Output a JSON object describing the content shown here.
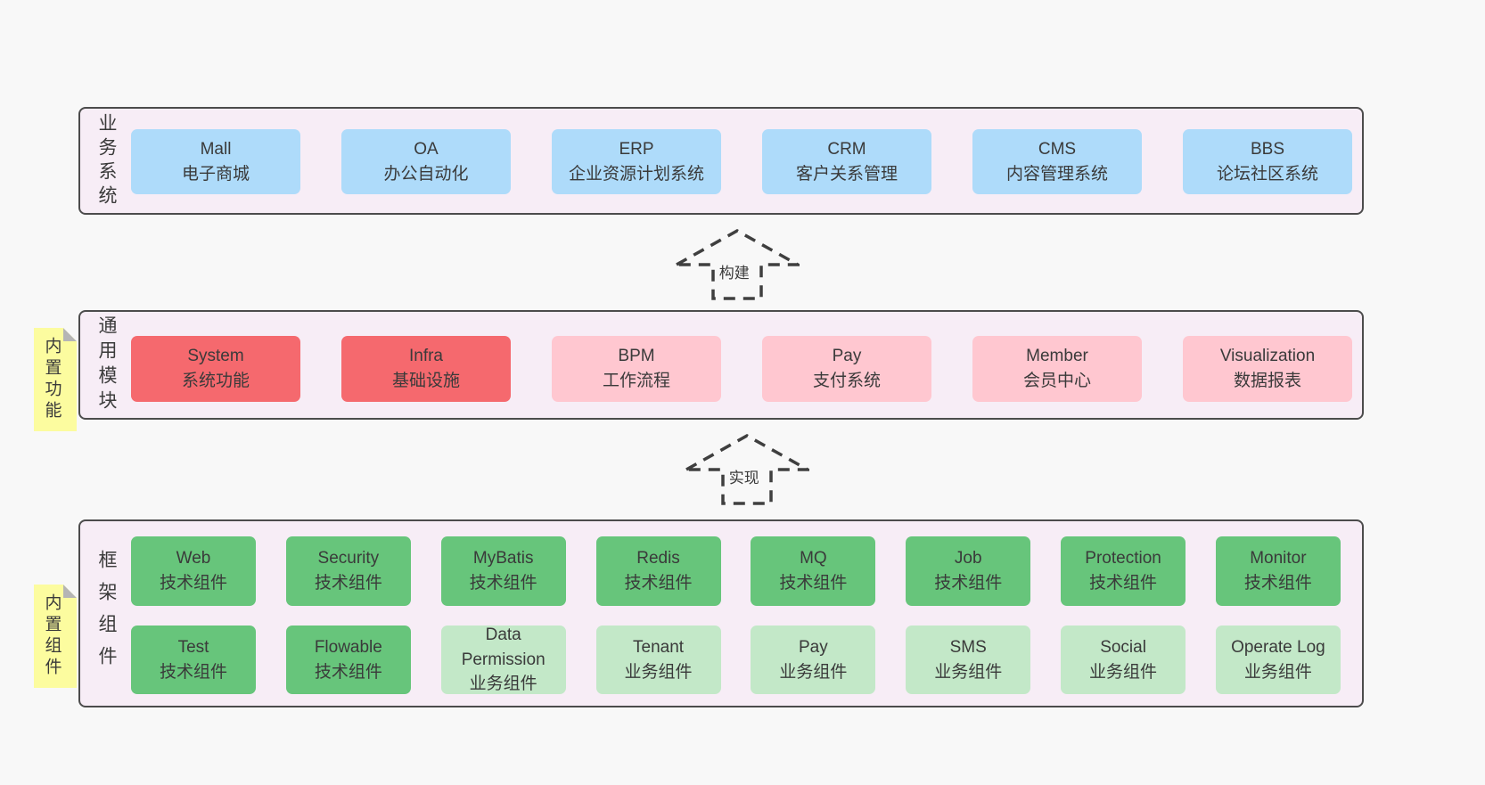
{
  "diagram": {
    "arrows": {
      "build": {
        "label": "构建"
      },
      "implement": {
        "label": "实现"
      }
    },
    "sections": {
      "business": {
        "title": "业务系统",
        "items": [
          {
            "en": "Mall",
            "zh": "电子商城"
          },
          {
            "en": "OA",
            "zh": "办公自动化"
          },
          {
            "en": "ERP",
            "zh": "企业资源计划系统"
          },
          {
            "en": "CRM",
            "zh": "客户关系管理"
          },
          {
            "en": "CMS",
            "zh": "内容管理系统"
          },
          {
            "en": "BBS",
            "zh": "论坛社区系统"
          }
        ]
      },
      "modules": {
        "title": "通用模块",
        "note": "内置功能",
        "items": [
          {
            "en": "System",
            "zh": "系统功能"
          },
          {
            "en": "Infra",
            "zh": "基础设施"
          },
          {
            "en": "BPM",
            "zh": "工作流程"
          },
          {
            "en": "Pay",
            "zh": "支付系统"
          },
          {
            "en": "Member",
            "zh": "会员中心"
          },
          {
            "en": "Visualization",
            "zh": "数据报表"
          }
        ]
      },
      "components": {
        "title": "框架组件",
        "note": "内置组件",
        "row1": [
          {
            "en": "Web",
            "zh": "技术组件"
          },
          {
            "en": "Security",
            "zh": "技术组件"
          },
          {
            "en": "MyBatis",
            "zh": "技术组件"
          },
          {
            "en": "Redis",
            "zh": "技术组件"
          },
          {
            "en": "MQ",
            "zh": "技术组件"
          },
          {
            "en": "Job",
            "zh": "技术组件"
          },
          {
            "en": "Protection",
            "zh": "技术组件"
          },
          {
            "en": "Monitor",
            "zh": "技术组件"
          }
        ],
        "row2": [
          {
            "en": "Test",
            "zh": "技术组件"
          },
          {
            "en": "Flowable",
            "zh": "技术组件"
          },
          {
            "en": "Data Permission",
            "zh": "业务组件"
          },
          {
            "en": "Tenant",
            "zh": "业务组件"
          },
          {
            "en": "Pay",
            "zh": "业务组件"
          },
          {
            "en": "SMS",
            "zh": "业务组件"
          },
          {
            "en": "Social",
            "zh": "业务组件"
          },
          {
            "en": "Operate Log",
            "zh": "业务组件"
          }
        ]
      }
    },
    "colors": {
      "page_bg": "#f8f8f8",
      "panel_bg": "#f7edf6",
      "panel_border": "#4c4c4c",
      "business_box": "#aedbfa",
      "core_module_box": "#f5696e",
      "optional_module_box": "#ffc7d0",
      "tech_component_box": "#67c57b",
      "biz_component_box": "#c3e8c8",
      "note_bg": "#fcfc9f",
      "note_fold": "#b5b5b5",
      "text": "#3a3a3a"
    }
  }
}
